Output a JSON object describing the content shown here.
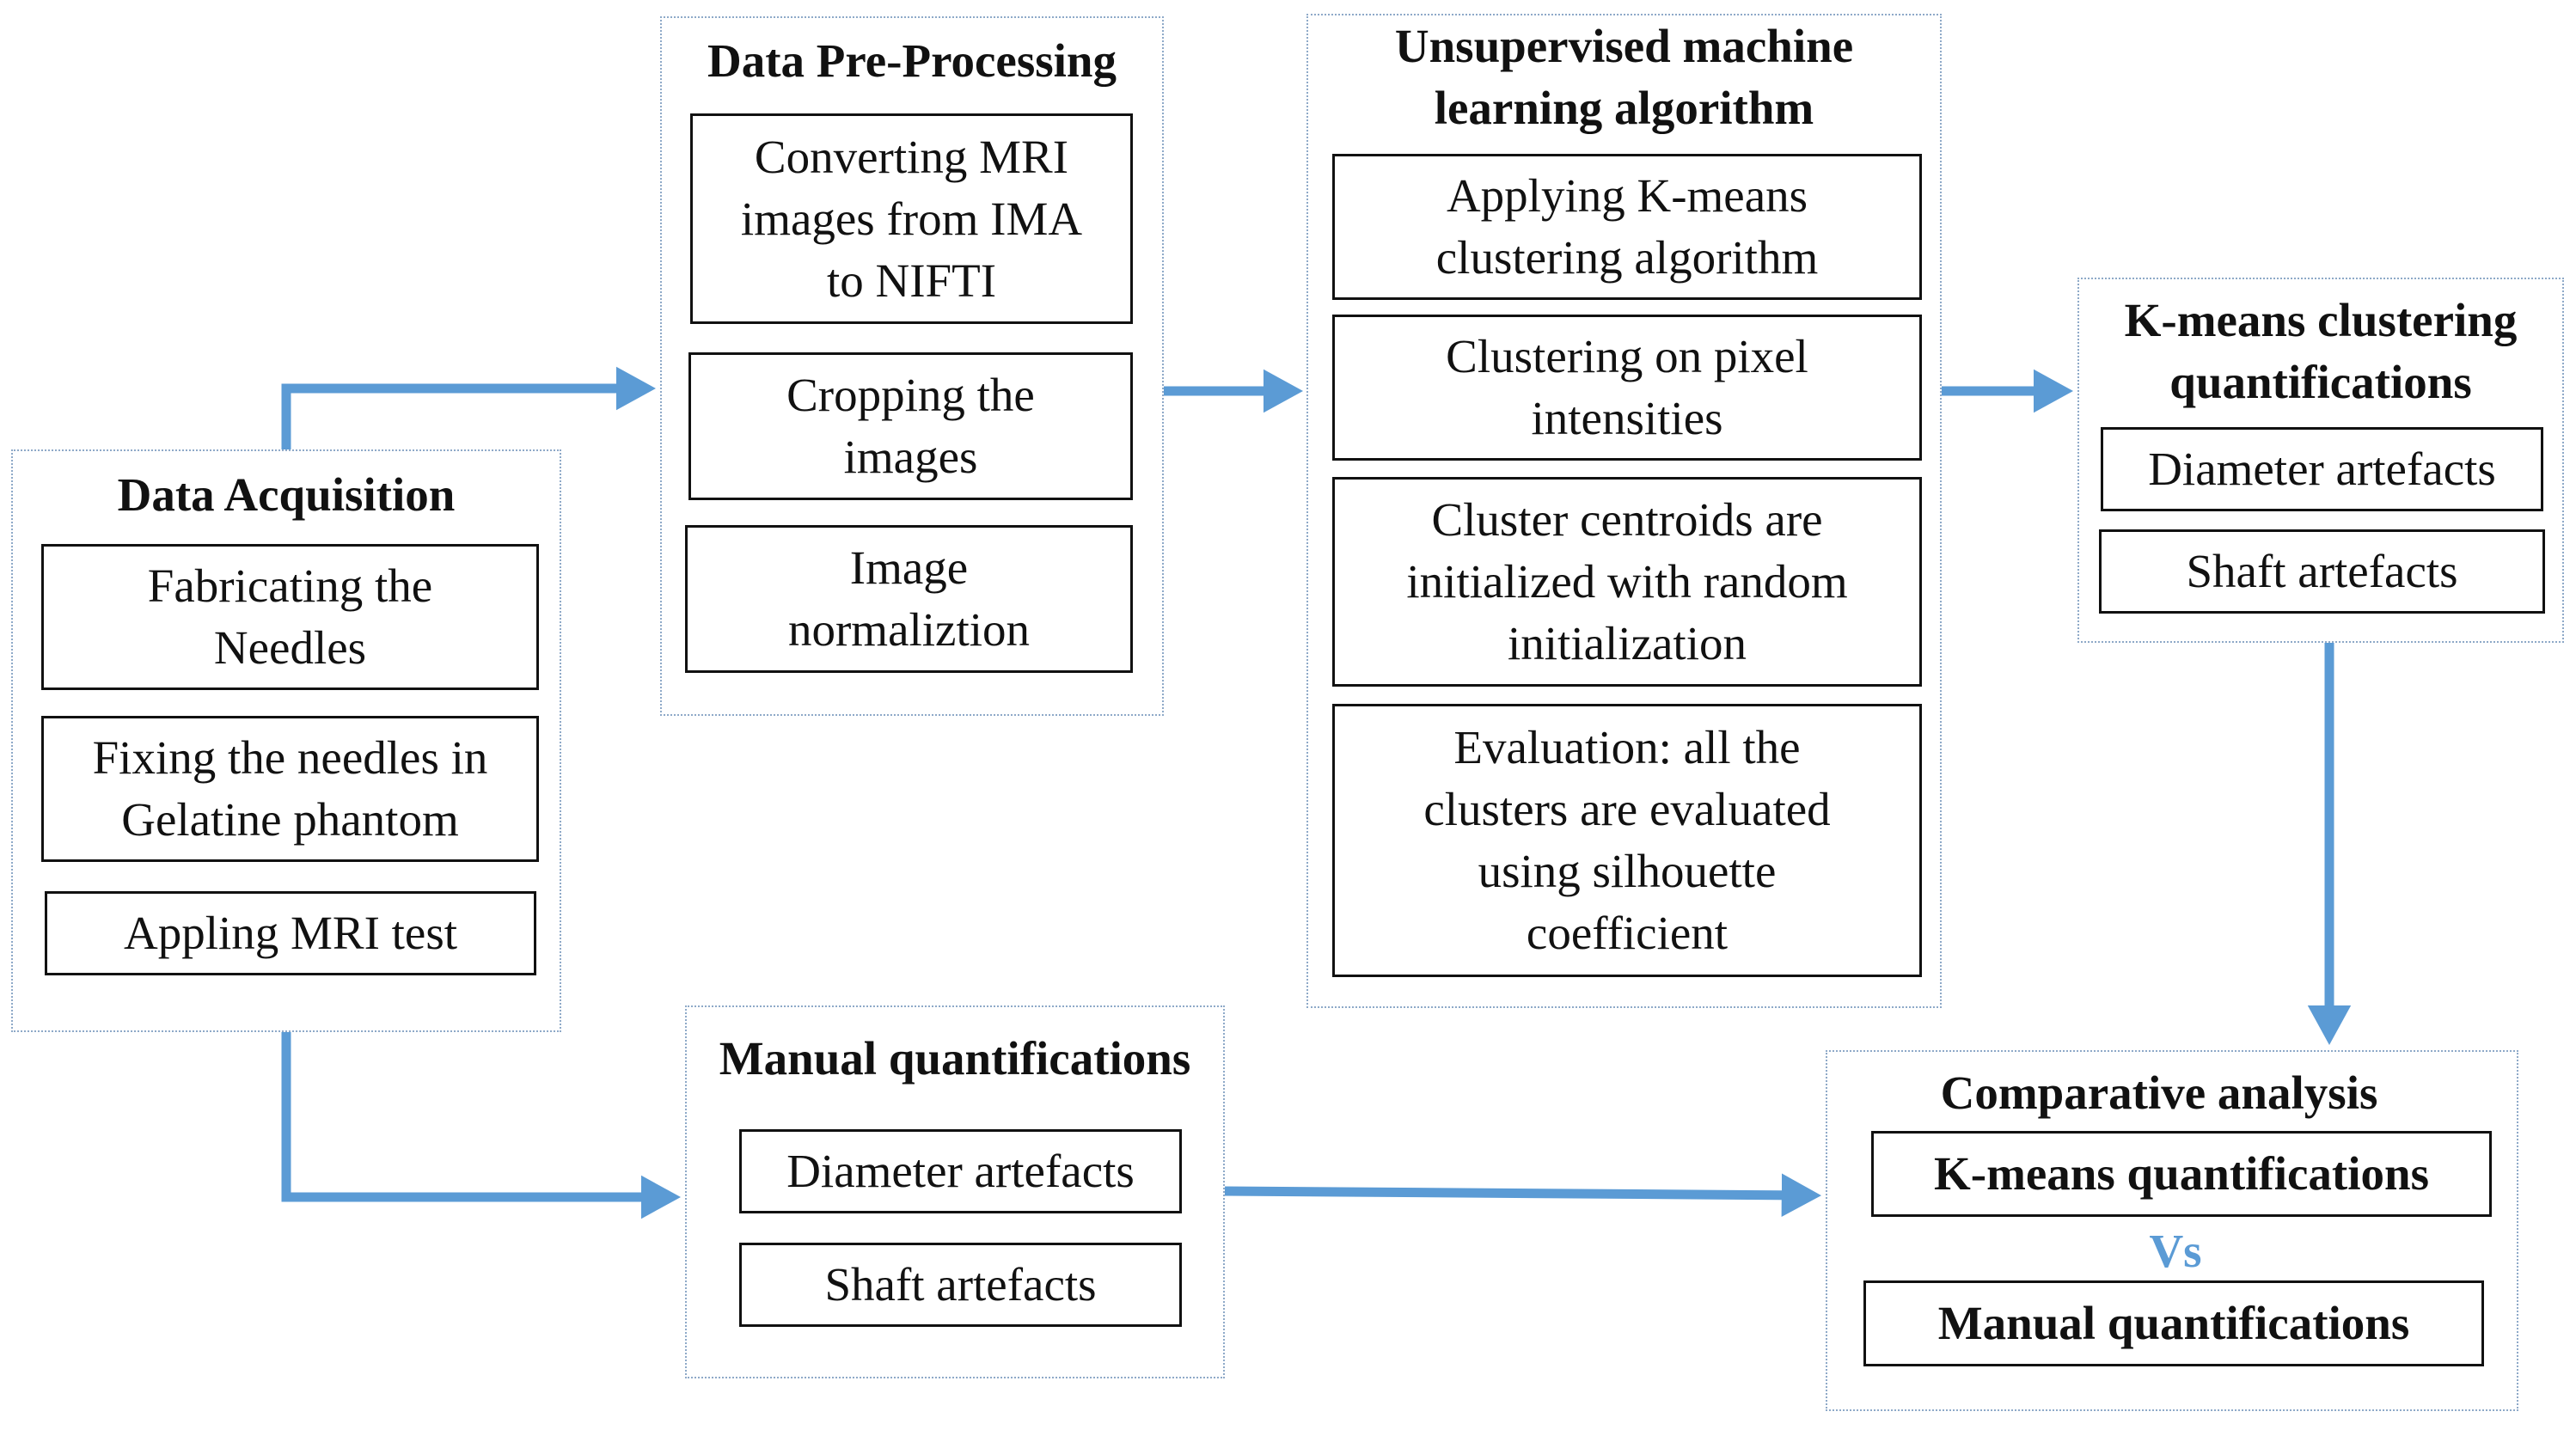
{
  "colors": {
    "arrow": "#5b9bd5",
    "group_border": "#8ea9c8",
    "box_border": "#111111",
    "vs_text": "#5b9bd5"
  },
  "data_acquisition": {
    "title": "Data Acquisition",
    "steps": [
      "Fabricating the\nNeedles",
      "Fixing the needles in\nGelatine phantom",
      "Appling MRI test"
    ]
  },
  "pre_processing": {
    "title": "Data Pre-Processing",
    "steps": [
      "Converting MRI\nimages from IMA\nto NIFTI",
      "Cropping the\nimages",
      "Image\nnormaliztion"
    ]
  },
  "unsupervised": {
    "title": "Unsupervised machine\nlearning algorithm",
    "steps": [
      "Applying K-means\nclustering algorithm",
      "Clustering on pixel\nintensities",
      "Cluster centroids are\ninitialized with random\ninitialization",
      "Evaluation: all the\nclusters are evaluated\nusing silhouette\ncoefficient"
    ]
  },
  "kmeans_quant": {
    "title": "K-means clustering\nquantifications",
    "steps": [
      "Diameter artefacts",
      "Shaft artefacts"
    ]
  },
  "manual_quant": {
    "title": "Manual quantifications",
    "steps": [
      "Diameter artefacts",
      "Shaft artefacts"
    ]
  },
  "comparative": {
    "title": "Comparative analysis",
    "top": "K-means quantifications",
    "vs": "Vs",
    "bottom": "Manual quantifications"
  }
}
